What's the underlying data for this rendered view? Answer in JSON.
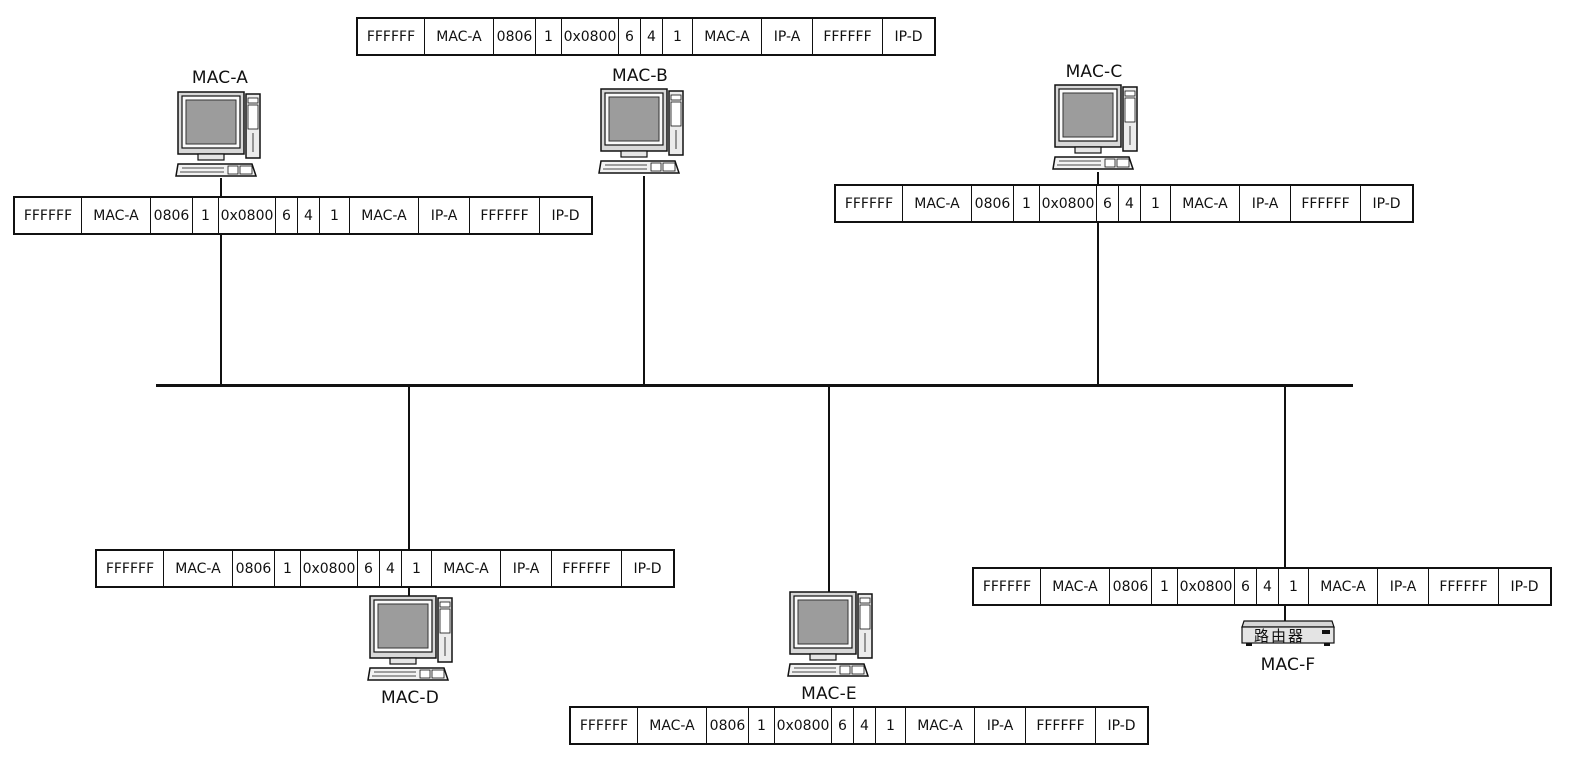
{
  "nodes": [
    {
      "id": "a",
      "label": "MAC-A",
      "kind": "computer"
    },
    {
      "id": "b",
      "label": "MAC-B",
      "kind": "computer"
    },
    {
      "id": "c",
      "label": "MAC-C",
      "kind": "computer"
    },
    {
      "id": "d",
      "label": "MAC-D",
      "kind": "computer"
    },
    {
      "id": "e",
      "label": "MAC-E",
      "kind": "computer"
    },
    {
      "id": "f",
      "label": "MAC-F",
      "kind": "router",
      "device_text": "路由器"
    }
  ],
  "arp_frame_fields": [
    "FFFFFF",
    "MAC-A",
    "0806",
    "1",
    "0x0800",
    "6",
    "4",
    "1",
    "MAC-A",
    "IP-A",
    "FFFFFF",
    "IP-D"
  ]
}
